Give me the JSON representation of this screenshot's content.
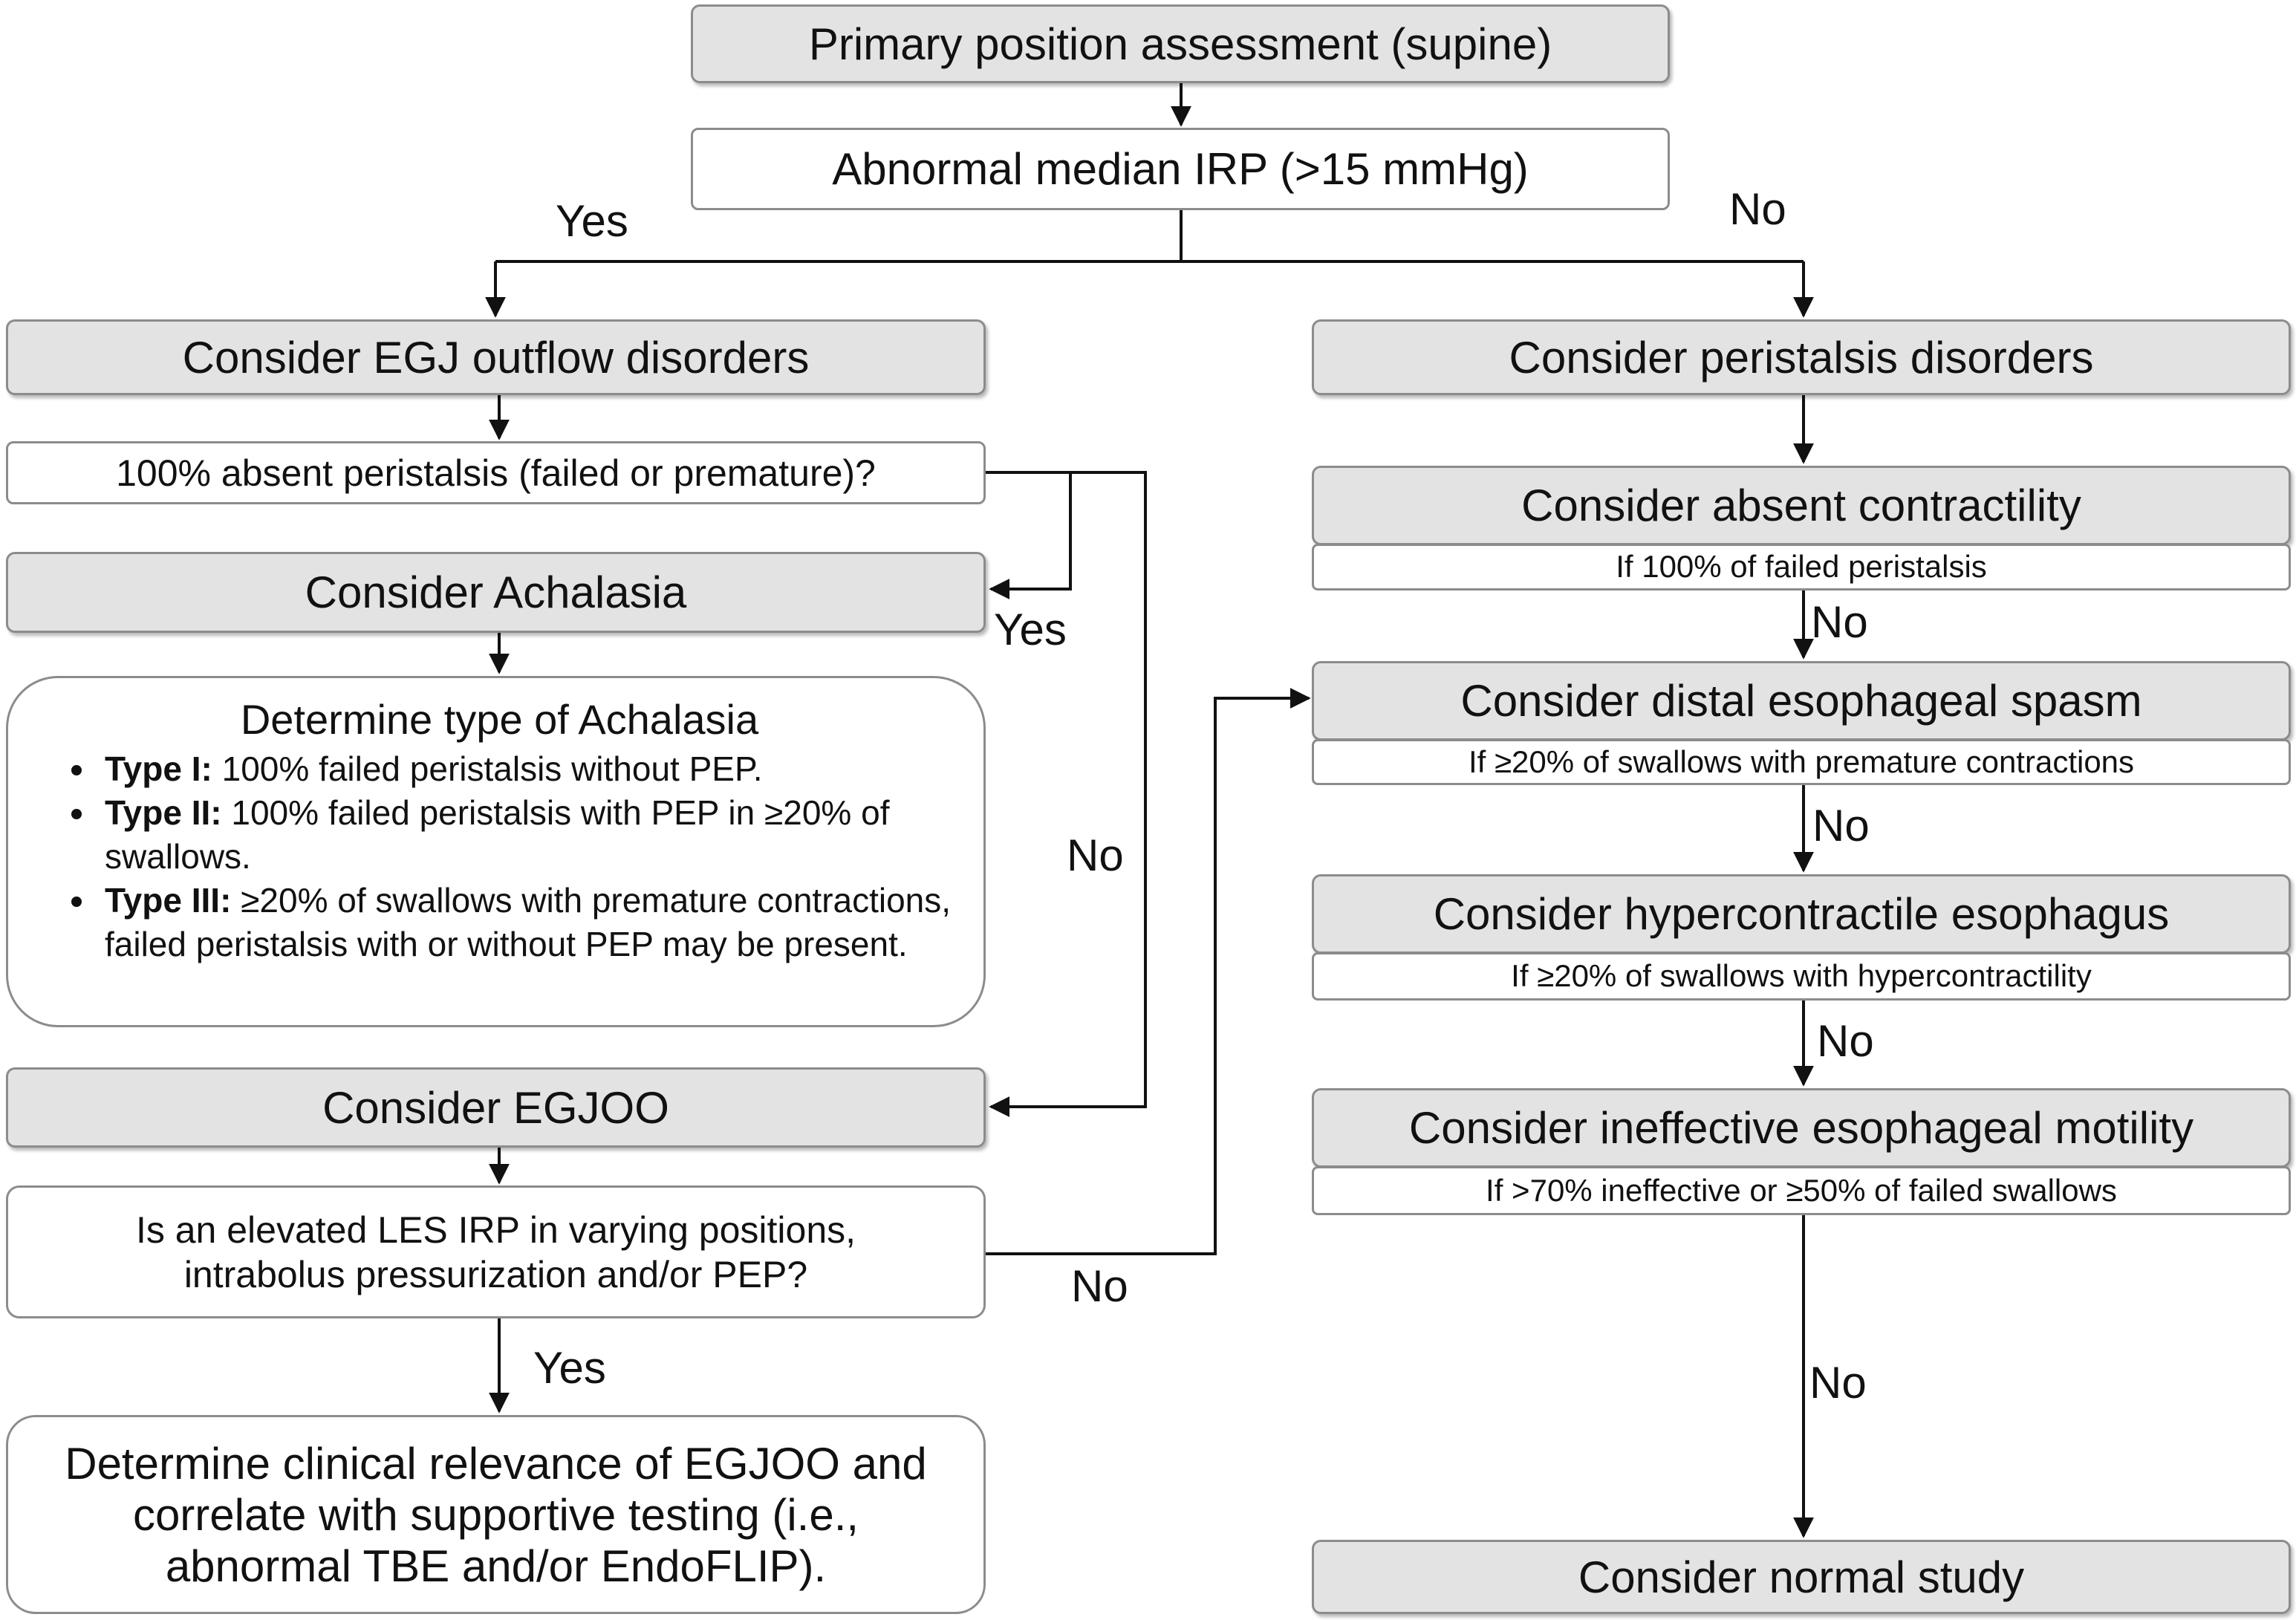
{
  "nodes": {
    "primary": "Primary position assessment (supine)",
    "irp": "Abnormal median IRP (>15 mmHg)",
    "egj_outflow": "Consider EGJ outflow disorders",
    "absent_peristalsis_q": "100% absent peristalsis (failed or premature)?",
    "achalasia": "Consider Achalasia",
    "achalasia_types": {
      "title": "Determine type of Achalasia",
      "items": [
        {
          "bold": "Type I:",
          "text": " 100% failed peristalsis without PEP."
        },
        {
          "bold": "Type II:",
          "text": " 100% failed peristalsis with PEP in  ≥20% of swallows."
        },
        {
          "bold": "Type III:",
          "text": " ≥20% of swallows with premature contractions, failed peristalsis with or without PEP may be present."
        }
      ]
    },
    "egjoo": "Consider EGJOO",
    "elevated_q_line1": "Is an elevated LES IRP in varying positions,",
    "elevated_q_line2": "intrabolus pressurization and/or PEP?",
    "clinical_line1": "Determine clinical relevance of EGJOO and",
    "clinical_line2": "correlate with supportive testing (i.e.,",
    "clinical_line3": "abnormal TBE and/or EndoFLIP).",
    "peristalsis": "Consider peristalsis disorders",
    "absent_contractility": "Consider absent contractility",
    "absent_contractility_cond": "If 100% of failed peristalsis",
    "des": "Consider distal esophageal spasm",
    "des_cond": "If ≥20% of swallows with premature contractions",
    "hypercontractile": "Consider hypercontractile esophagus",
    "hypercontractile_cond": "If ≥20% of swallows with hypercontractility",
    "iem": "Consider ineffective esophageal motility",
    "iem_cond": "If >70% ineffective or ≥50% of failed swallows",
    "normal": "Consider normal study"
  },
  "edge_labels": {
    "irp_yes": "Yes",
    "irp_no": "No",
    "absent_yes": "Yes",
    "absent_no": "No",
    "elevated_yes": "Yes",
    "elevated_no": "No",
    "contractility_no": "No",
    "des_no": "No",
    "hyper_no": "No",
    "iem_no": "No"
  },
  "colors": {
    "gray_fill": "#e3e3e3",
    "border": "#8c8c8c",
    "line": "#111111"
  }
}
